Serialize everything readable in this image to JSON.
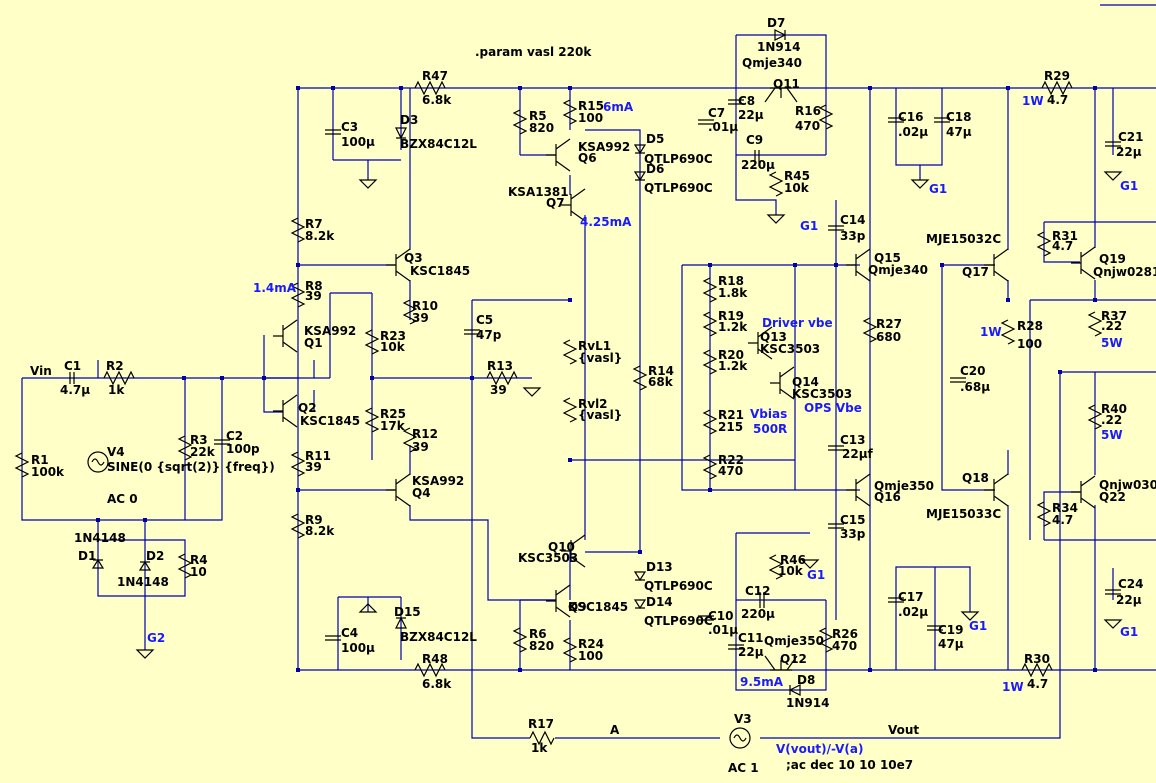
{
  "directive": ".param vasl 220k",
  "sim": {
    "source_name": "V3",
    "ac": "AC 1",
    "expr": "V(vout)/-V(a)",
    "ac_cmd": ";ac dec 10 10 10e7"
  },
  "nets": {
    "vin": "Vin",
    "a": "A",
    "vout": "Vout",
    "g1": "G1",
    "g2": "G2"
  },
  "input_source": {
    "name": "V4",
    "value": "SINE(0 {sqrt(2)} {freq})",
    "ac": "AC 0"
  },
  "resistors": [
    {
      "name": "R1",
      "value": "100k"
    },
    {
      "name": "R2",
      "value": "1k"
    },
    {
      "name": "R3",
      "value": "22k"
    },
    {
      "name": "R4",
      "value": "10"
    },
    {
      "name": "R5",
      "value": "820"
    },
    {
      "name": "R6",
      "value": "820"
    },
    {
      "name": "R7",
      "value": "8.2k"
    },
    {
      "name": "R8",
      "value": "39"
    },
    {
      "name": "R9",
      "value": "8.2k"
    },
    {
      "name": "R10",
      "value": "39"
    },
    {
      "name": "R11",
      "value": "39"
    },
    {
      "name": "R12",
      "value": "39"
    },
    {
      "name": "R13",
      "value": "39"
    },
    {
      "name": "R14",
      "value": "68k"
    },
    {
      "name": "R15",
      "value": "100"
    },
    {
      "name": "R16",
      "value": "470"
    },
    {
      "name": "R17",
      "value": "1k"
    },
    {
      "name": "R18",
      "value": "1.8k"
    },
    {
      "name": "R19",
      "value": "1.2k"
    },
    {
      "name": "R20",
      "value": "1.2k"
    },
    {
      "name": "R21",
      "value": "215"
    },
    {
      "name": "R22",
      "value": "470"
    },
    {
      "name": "R23",
      "value": "10k"
    },
    {
      "name": "R24",
      "value": "100"
    },
    {
      "name": "R25",
      "value": "17k"
    },
    {
      "name": "R26",
      "value": "470"
    },
    {
      "name": "R27",
      "value": "680"
    },
    {
      "name": "R28",
      "value": "100"
    },
    {
      "name": "R29",
      "value": "4.7"
    },
    {
      "name": "R30",
      "value": "4.7"
    },
    {
      "name": "R31",
      "value": "4.7"
    },
    {
      "name": "R34",
      "value": "4.7"
    },
    {
      "name": "R37",
      "value": ".22"
    },
    {
      "name": "R40",
      "value": ".22"
    },
    {
      "name": "R45",
      "value": "10k"
    },
    {
      "name": "R46",
      "value": "10k"
    },
    {
      "name": "R47",
      "value": "6.8k"
    },
    {
      "name": "R48",
      "value": "6.8k"
    },
    {
      "name": "RvL1",
      "value": "{vasl}"
    },
    {
      "name": "Rvl2",
      "value": "{vasl}"
    }
  ],
  "capacitors": [
    {
      "name": "C1",
      "value": "4.7µ"
    },
    {
      "name": "C2",
      "value": "100p"
    },
    {
      "name": "C3",
      "value": "100µ"
    },
    {
      "name": "C4",
      "value": "100µ"
    },
    {
      "name": "C5",
      "value": "47p"
    },
    {
      "name": "C7",
      "value": ".01µ"
    },
    {
      "name": "C8",
      "value": "22µ"
    },
    {
      "name": "C9",
      "value": "220µ"
    },
    {
      "name": "C10",
      "value": ".01µ"
    },
    {
      "name": "C11",
      "value": "22µ"
    },
    {
      "name": "C12",
      "value": "220µ"
    },
    {
      "name": "C13",
      "value": "22µf"
    },
    {
      "name": "C14",
      "value": "33p"
    },
    {
      "name": "C15",
      "value": "33p"
    },
    {
      "name": "C16",
      "value": ".02µ"
    },
    {
      "name": "C17",
      "value": ".02µ"
    },
    {
      "name": "C18",
      "value": "47µ"
    },
    {
      "name": "C19",
      "value": "47µ"
    },
    {
      "name": "C20",
      "value": ".68µ"
    },
    {
      "name": "C21",
      "value": "22µ"
    },
    {
      "name": "C24",
      "value": "22µ"
    }
  ],
  "diodes": [
    {
      "name": "D1",
      "value": "1N4148"
    },
    {
      "name": "D2",
      "value": "1N4148"
    },
    {
      "name": "D3",
      "value": "BZX84C12L"
    },
    {
      "name": "D15",
      "value": "BZX84C12L"
    },
    {
      "name": "D5",
      "value": "QTLP690C"
    },
    {
      "name": "D6",
      "value": "QTLP690C"
    },
    {
      "name": "D13",
      "value": "QTLP690C"
    },
    {
      "name": "D14",
      "value": "QTLP690C"
    },
    {
      "name": "D7",
      "value": "1N914"
    },
    {
      "name": "D8",
      "value": "1N914"
    }
  ],
  "transistors": [
    {
      "name": "Q1",
      "value": "KSA992"
    },
    {
      "name": "Q2",
      "value": "KSC1845"
    },
    {
      "name": "Q3",
      "value": "KSC1845"
    },
    {
      "name": "Q4",
      "value": "KSA992"
    },
    {
      "name": "Q6",
      "value": "KSA992"
    },
    {
      "name": "Q7",
      "value": "KSA1381"
    },
    {
      "name": "Q9",
      "value": "KSC1845"
    },
    {
      "name": "Q10",
      "value": "KSC3503"
    },
    {
      "name": "Q11",
      "value": "Qmje340"
    },
    {
      "name": "Q12",
      "value": "Qmje350"
    },
    {
      "name": "Q13",
      "value": "KSC3503"
    },
    {
      "name": "Q14",
      "value": "KSC3503"
    },
    {
      "name": "Q15",
      "value": "Qmje340"
    },
    {
      "name": "Q16",
      "value": "Qmje350"
    },
    {
      "name": "Q17",
      "value": "MJE15032C"
    },
    {
      "name": "Q18",
      "value": "MJE15033C"
    },
    {
      "name": "Q19",
      "value": "Qnjw0281"
    },
    {
      "name": "Q22",
      "value": "Qnjw030"
    }
  ],
  "annotations": {
    "i_q6": "6mA",
    "i_q7": "4.25mA",
    "i_q1": "1.4mA",
    "i_q12": "9.5mA",
    "driver_vbe": "Driver vbe",
    "ops_vbe": "OPS Vbe",
    "vbias": "Vbias",
    "vbias_r": "500R",
    "w1": "1W",
    "w2": "1W",
    "w3": "1W",
    "w4": "5W",
    "w5": "5W"
  },
  "colors": {
    "background": "#ffffc8",
    "wire": "#0000aa",
    "annotation": "#1a1aff",
    "part": "#000000"
  }
}
